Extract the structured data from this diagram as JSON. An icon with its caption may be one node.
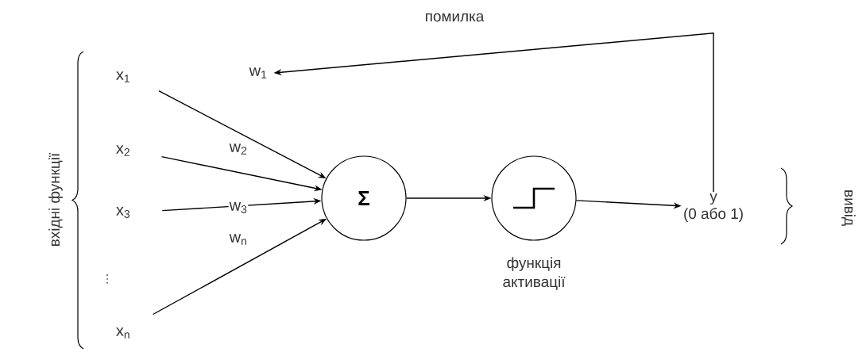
{
  "diagram": {
    "nodes": [
      {
        "text": [
          "x$_{1}$"
        ]
      },
      {
        "text": [
          "x$_{2}$"
        ]
      },
      {
        "text": [
          "x$_{3}$"
        ]
      },
      {
        "text": [
          "x$_{n}$"
        ]
      },
      {
        "text": [
          "w$_{1}$"
        ]
      },
      {
        "text": [
          "Σ"
        ]
      },
      {
        "text": [],
        "shape": "circle",
        "beside": [
          "функція активації"
        ]
      },
      {
        "text": [
          "y",
          "(0 або 1)"
        ]
      }
    ],
    "edges": [
      {
        "from": 0,
        "to": 5,
        "arrow": "to"
      },
      {
        "from": 1,
        "to": 5,
        "arrow": "to",
        "label": "w$_{2}$"
      },
      {
        "from": 2,
        "to": 5,
        "arrow": "to",
        "label": "w$_{3}$"
      },
      {
        "from": 3,
        "to": 5,
        "arrow": "to",
        "label": "w$_{n}$"
      },
      {
        "from": 5,
        "to": 6,
        "arrow": "to"
      },
      {
        "from": 6,
        "to": 7,
        "arrow": "to"
      },
      {
        "from": 7,
        "to": 4,
        "arrow": "to",
        "label": "помилка"
      }
    ],
    "labels": [
      "⋮",
      "вхідні функції",
      "вивід"
    ]
  }
}
